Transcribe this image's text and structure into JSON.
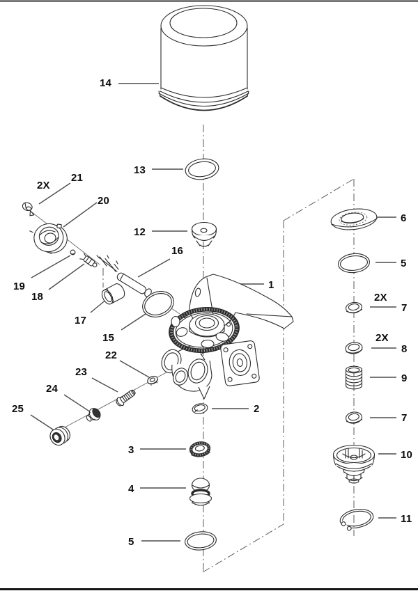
{
  "figure": {
    "kind": "exploded-parts-diagram",
    "background_color": "#ffffff",
    "line_color": "#2b2b2b",
    "leader_color": "#4c4c4c",
    "label_color": "#0d0d0d"
  },
  "callouts": {
    "c1": "1",
    "c2": "2",
    "c3": "3",
    "c4": "4",
    "c5": "5",
    "c6": "6",
    "c7": "7",
    "c8": "8",
    "c9": "9",
    "c10": "10",
    "c11": "11",
    "c12": "12",
    "c13": "13",
    "c14": "14",
    "c15": "15",
    "c16": "16",
    "c17": "17",
    "c18": "18",
    "c19": "19",
    "c20": "20",
    "c21": "21",
    "c22": "22",
    "c23": "23",
    "c24": "24",
    "c25": "25",
    "qty": "2X"
  }
}
